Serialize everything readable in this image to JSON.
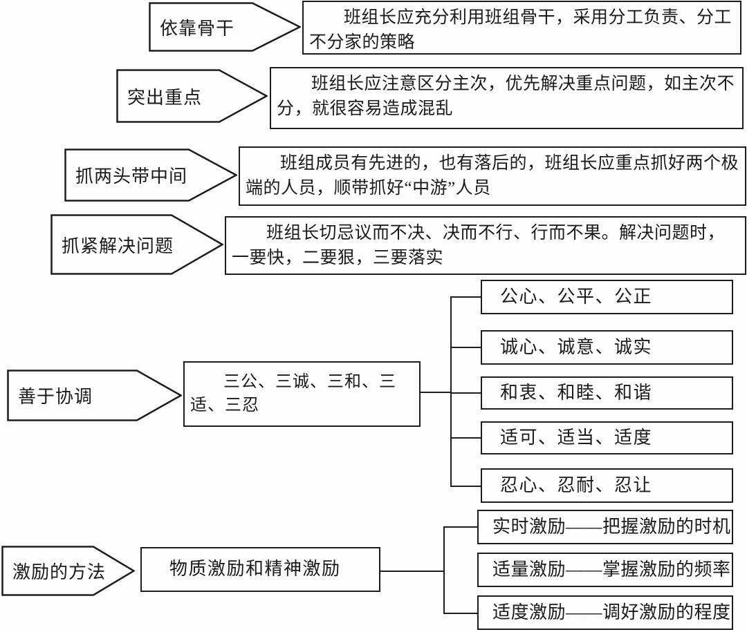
{
  "diagram": {
    "rows": [
      {
        "label": "依靠骨干",
        "desc": "班组长应充分利用班组骨干，采用分工负责、分工不分家的策略"
      },
      {
        "label": "突出重点",
        "desc": "班组长应注意区分主次，优先解决重点问题，如主次不分，就很容易造成混乱"
      },
      {
        "label": "抓两头带中间",
        "desc": "班组成员有先进的，也有落后的，班组长应重点抓好两个极端的人员，顺带抓好“中游”人员"
      },
      {
        "label": "抓紧解决问题",
        "desc": "班组长切忌议而不决、决而不行、行而不果。解决问题时，一要快，二要狠，三要落实"
      }
    ],
    "coordination": {
      "label": "善于协调",
      "summary": "三公、三诚、三和、三适、三忍",
      "items": [
        "公心、公平、公正",
        "诚心、诚意、诚实",
        "和衷、和睦、和谐",
        "适可、适当、适度",
        "忍心、忍耐、忍让"
      ]
    },
    "motivation": {
      "label": "激励的方法",
      "summary": "物质激励和精神激励",
      "items": [
        "实时激励——把握激励的时机",
        "适量激励——掌握激励的频率",
        "适度激励——调好激励的程度"
      ]
    }
  },
  "colors": {
    "line": "#1c1c1c",
    "background": "#fefefe",
    "text": "#1a1a1a"
  }
}
